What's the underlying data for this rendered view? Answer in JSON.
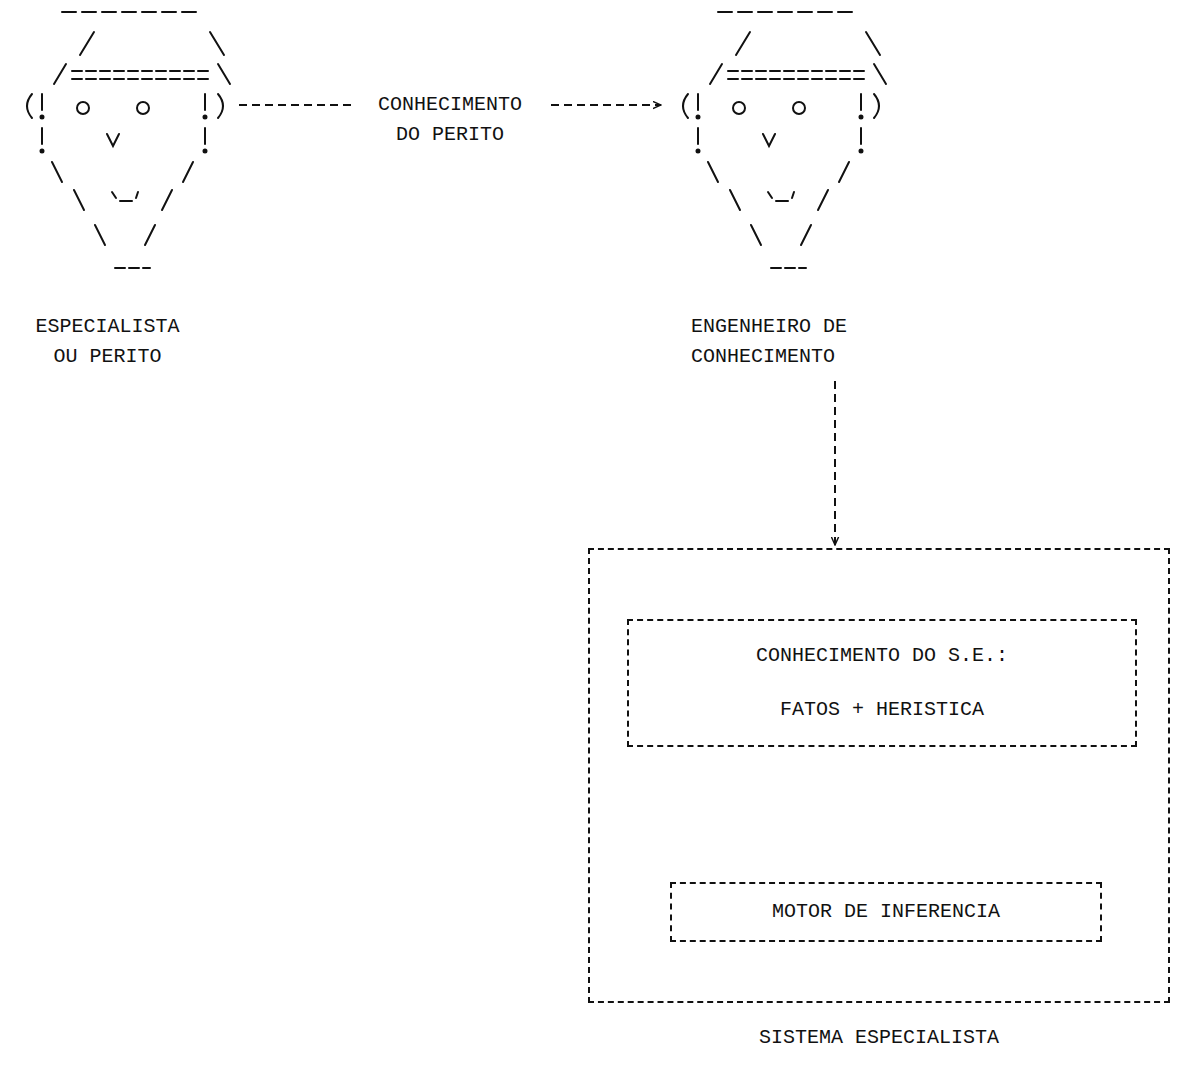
{
  "diagram": {
    "nodes": [
      {
        "text": [
          "ESPECIALISTA OU PERITO"
        ]
      },
      {
        "text": [
          "ENGENHEIRO DE CONHECIMENTO"
        ]
      },
      {
        "text": [
          "SISTEMA ESPECIALISTA"
        ]
      },
      {
        "text": [
          "CONHECIMENTO DO S.E.:",
          "FATOS + HERISTICA"
        ],
        "in": 2
      },
      {
        "text": [
          "MOTOR DE INFERENCIA"
        ],
        "in": 2
      }
    ],
    "edges": [
      {
        "from": 0,
        "to": 1,
        "label": "CONHECIMENTO DO PERITO",
        "arrow": "to"
      },
      {
        "from": 1,
        "to": 2,
        "arrow": "to"
      }
    ]
  }
}
